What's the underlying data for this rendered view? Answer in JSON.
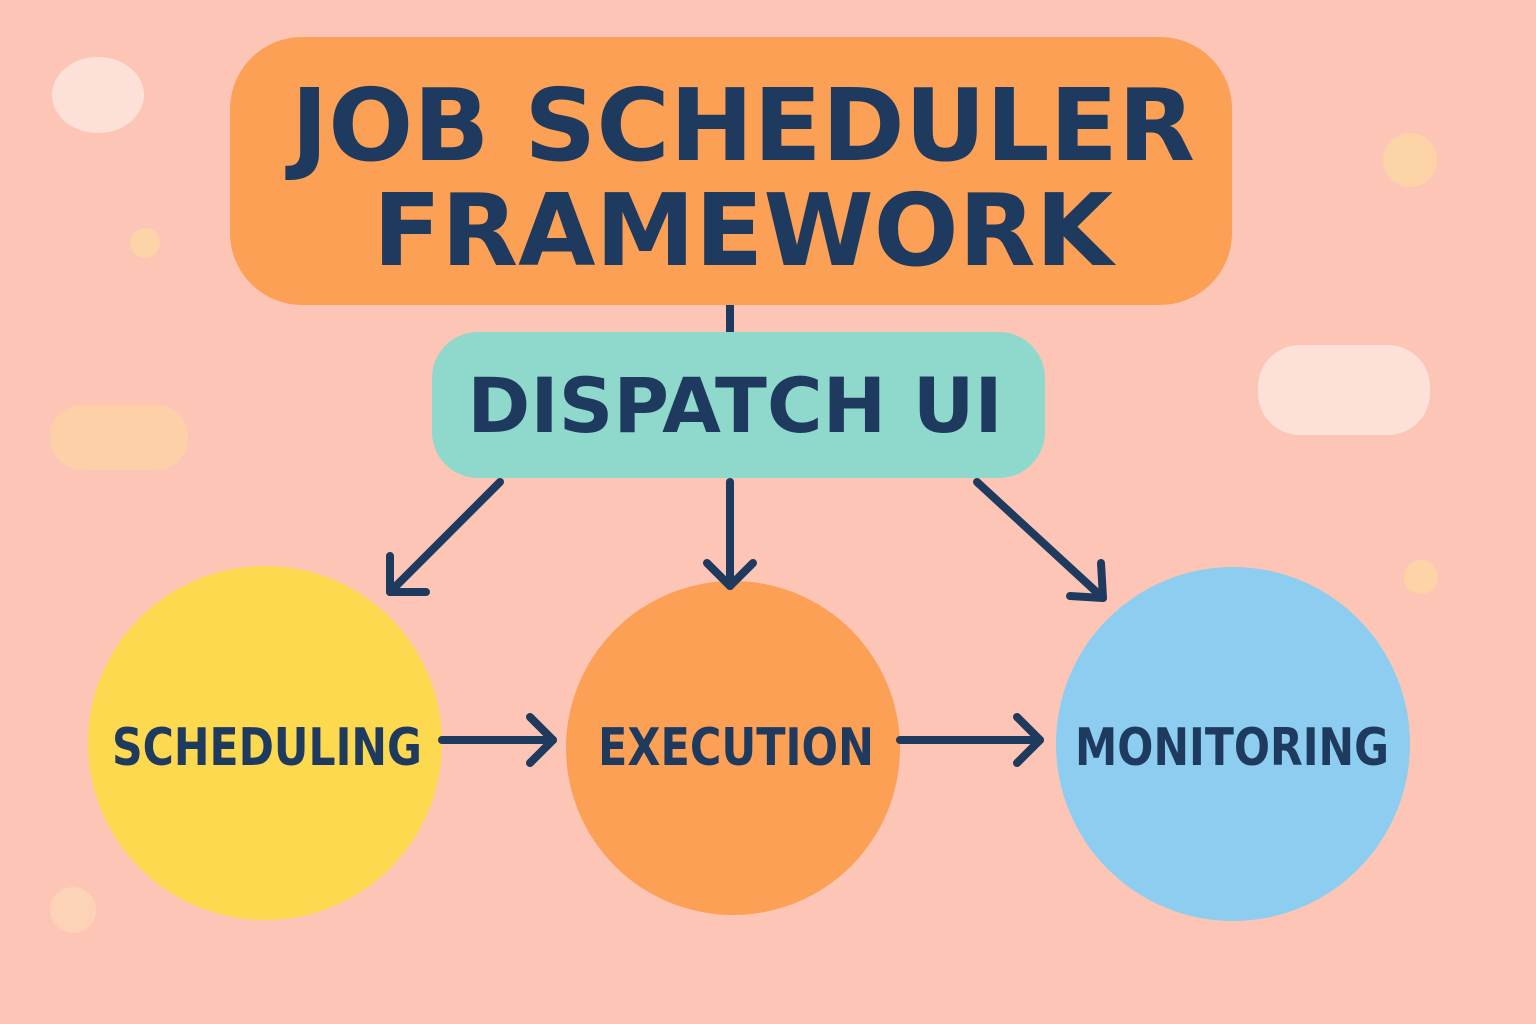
{
  "title": {
    "line1": "JOB SCHEDULER",
    "line2": "FRAMEWORK"
  },
  "dispatch": {
    "label": "DISPATCH UI"
  },
  "nodes": [
    {
      "label": "SCHEDULING",
      "color": "#fdd94f"
    },
    {
      "label": "EXECUTION",
      "color": "#fca055"
    },
    {
      "label": "MONITORING",
      "color": "#8dcdef"
    }
  ],
  "colors": {
    "background": "#fdc5b5",
    "title_box": "#fca055",
    "dispatch_box": "#8fd8cc",
    "ink": "#1f3a5f"
  }
}
